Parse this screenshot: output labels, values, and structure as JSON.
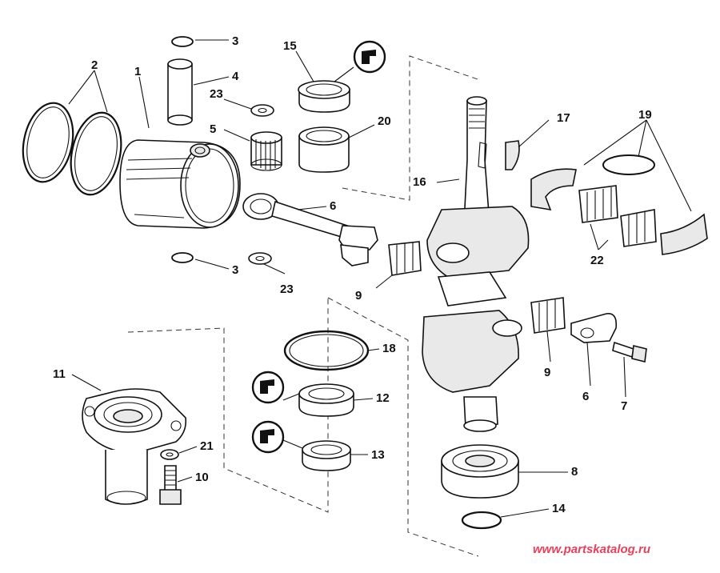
{
  "callouts": {
    "c1": "1",
    "c2": "2",
    "c3a": "3",
    "c3b": "3",
    "c4": "4",
    "c5": "5",
    "c6a": "6",
    "c6b": "6",
    "c7": "7",
    "c8": "8",
    "c9a": "9",
    "c9b": "9",
    "c10": "10",
    "c11": "11",
    "c12": "12",
    "c13": "13",
    "c14": "14",
    "c15": "15",
    "c16": "16",
    "c17": "17",
    "c18": "18",
    "c19": "19",
    "c20": "20",
    "c21": "21",
    "c22": "22",
    "c23a": "23",
    "c23b": "23"
  },
  "watermark": "www.partskatalog.ru",
  "colors": {
    "ink": "#111111",
    "watermark": "#e8405a",
    "background": "#ffffff"
  },
  "icons": [
    "seal-install-icon",
    "seal-install-icon",
    "seal-install-icon"
  ]
}
